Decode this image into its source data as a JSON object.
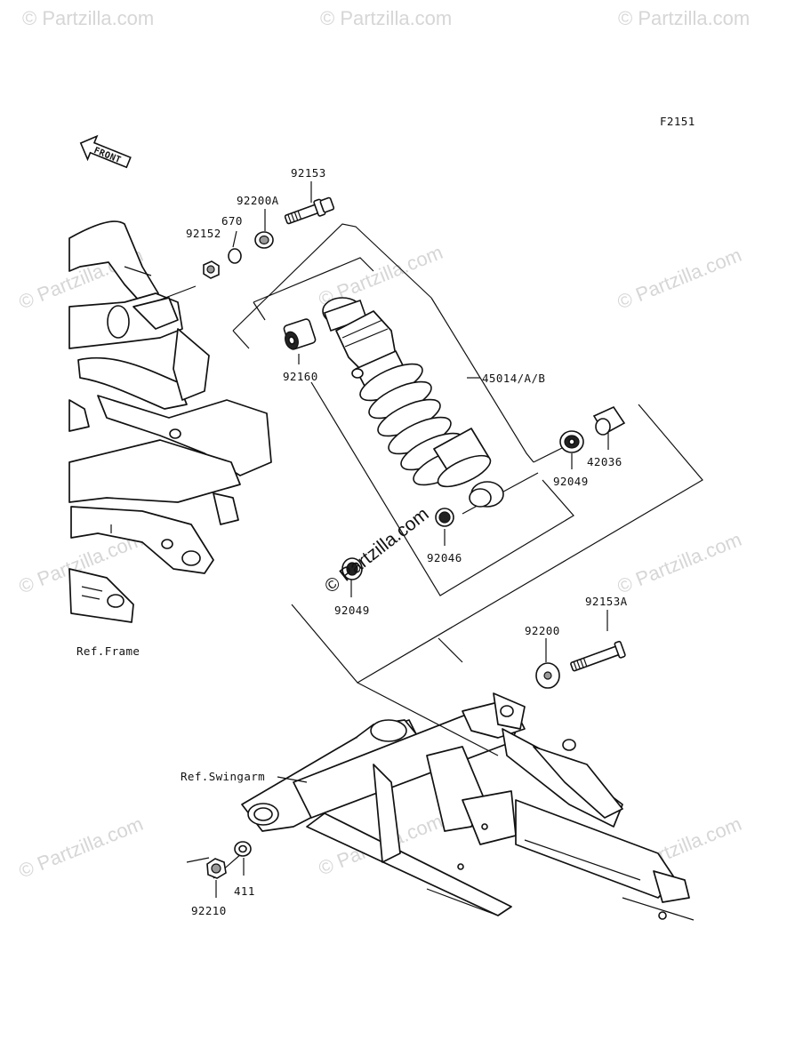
{
  "figure_code": "F2151",
  "front_label": "FRONT",
  "watermark_text": "© Partzilla.com",
  "watermark_center": "© Partzilla.com",
  "reference_labels": {
    "frame": "Ref.Frame",
    "swingarm": "Ref.Swingarm"
  },
  "parts": [
    {
      "id": "92153",
      "label": "92153"
    },
    {
      "id": "92200A",
      "label": "92200A"
    },
    {
      "id": "670",
      "label": "670"
    },
    {
      "id": "92152",
      "label": "92152"
    },
    {
      "id": "92160",
      "label": "92160"
    },
    {
      "id": "45014",
      "label": "45014/A/B"
    },
    {
      "id": "42036",
      "label": "42036"
    },
    {
      "id": "92049a",
      "label": "92049"
    },
    {
      "id": "92046",
      "label": "92046"
    },
    {
      "id": "92049b",
      "label": "92049"
    },
    {
      "id": "92153A",
      "label": "92153A"
    },
    {
      "id": "92200",
      "label": "92200"
    },
    {
      "id": "92210",
      "label": "92210"
    },
    {
      "id": "411",
      "label": "411"
    }
  ],
  "colors": {
    "line": "#111111",
    "watermark": "#d6d6d6",
    "background": "#ffffff"
  }
}
